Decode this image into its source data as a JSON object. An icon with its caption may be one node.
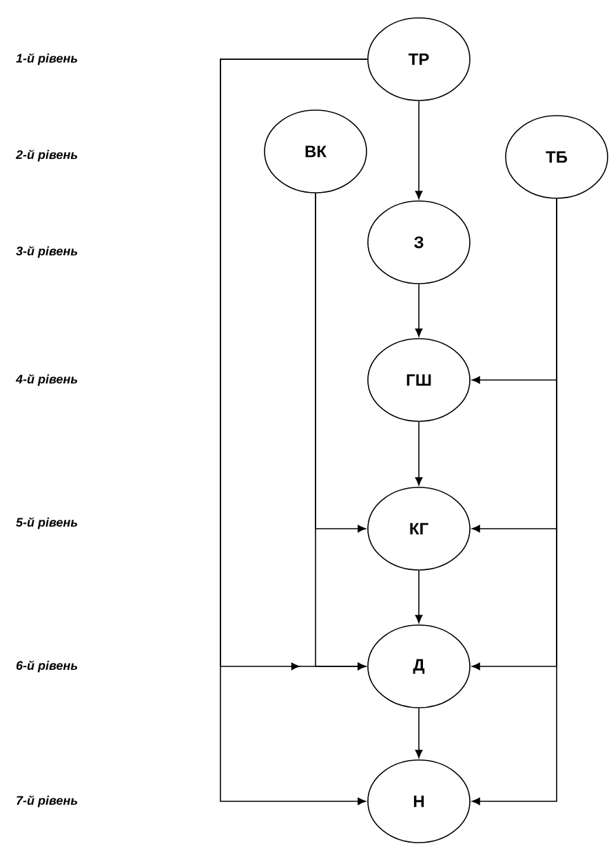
{
  "diagram": {
    "nodes": [
      {
        "text": [
          "ТР"
        ]
      },
      {
        "text": [
          "ВК"
        ]
      },
      {
        "text": [
          "ТБ"
        ]
      },
      {
        "text": [
          "З"
        ]
      },
      {
        "text": [
          "ГШ"
        ]
      },
      {
        "text": [
          "КГ"
        ]
      },
      {
        "text": [
          "Д"
        ]
      },
      {
        "text": [
          "Н"
        ]
      }
    ],
    "edges": [
      {
        "from": 0,
        "to": 3,
        "arrow": "to"
      },
      {
        "from": 0,
        "to": 6,
        "arrow": "to"
      },
      {
        "from": 0,
        "to": 7,
        "arrow": "to"
      },
      {
        "from": 1,
        "to": 5,
        "arrow": "to"
      },
      {
        "from": 1,
        "to": 6,
        "arrow": "to"
      },
      {
        "from": 2,
        "to": 4,
        "arrow": "to"
      },
      {
        "from": 2,
        "to": 5,
        "arrow": "to"
      },
      {
        "from": 2,
        "to": 6,
        "arrow": "to"
      },
      {
        "from": 2,
        "to": 7,
        "arrow": "to"
      },
      {
        "from": 3,
        "to": 4,
        "arrow": "to"
      },
      {
        "from": 4,
        "to": 5,
        "arrow": "to"
      },
      {
        "from": 5,
        "to": 6,
        "arrow": "to"
      },
      {
        "from": 6,
        "to": 7,
        "arrow": "to"
      }
    ],
    "labels": [
      "1-й рівень",
      "2-й рівень",
      "3-й рівень",
      "4-й рівень",
      "5-й рівень",
      "6-й рівень",
      "7-й рівень"
    ]
  }
}
